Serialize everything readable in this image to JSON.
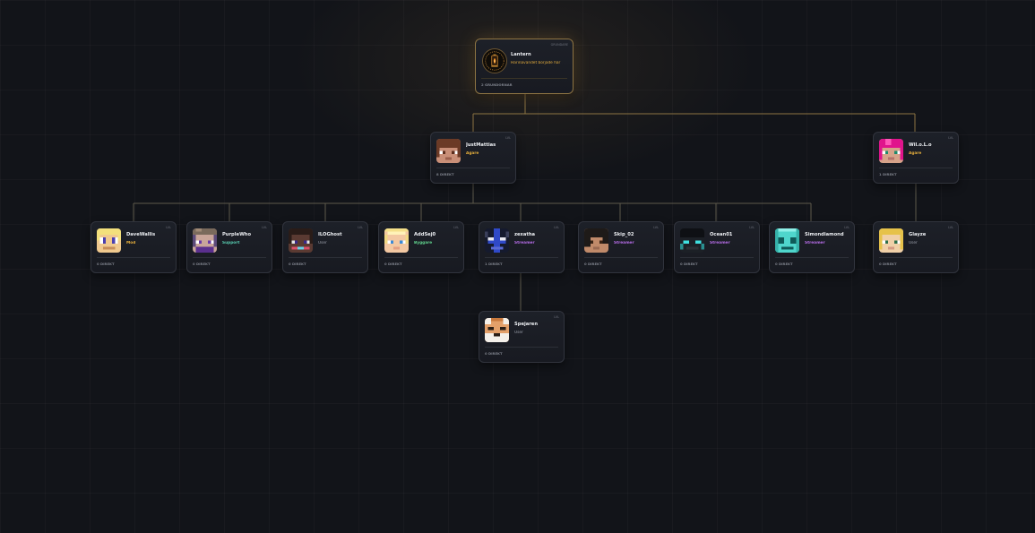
{
  "colors": {
    "owner": "#e3ad3c",
    "mod": "#e3ad3c",
    "support": "#56c9ad",
    "builder": "#5fd08b",
    "streamer": "#b56ce6",
    "user": "#9ba0ab",
    "root_accent": "#c9a15a",
    "line_gold": "#8d7443",
    "line_gray": "#5e5a4c"
  },
  "root": {
    "name": "Lantern",
    "subtitle": "Härinavandet började här",
    "badge": "GRUNDARE",
    "count": "2 GRUNDORNAR",
    "icon": "lantern-icon"
  },
  "tier1": [
    {
      "id": "justmattias",
      "name": "JustMattias",
      "role": "Ägare",
      "badge": "LVL",
      "count": "8 DIREKT",
      "avatar": "brown-hair"
    },
    {
      "id": "wilo",
      "name": "Wil.o.L.o",
      "role": "Ägare",
      "badge": "LVL",
      "count": "1 DIREKT",
      "avatar": "pink-hair"
    }
  ],
  "tier2": [
    {
      "id": "davewallis",
      "name": "DaveWallis",
      "role": "Mod",
      "badge": "LVL",
      "count": "0 DIREKT",
      "avatar": "blonde"
    },
    {
      "id": "purplewho",
      "name": "PurpleWho",
      "role": "Support",
      "badge": "LVL",
      "count": "0 DIREKT",
      "avatar": "purple"
    },
    {
      "id": "iloghost",
      "name": "ILOGhost",
      "role": "User",
      "badge": "LVL",
      "count": "0 DIREKT",
      "avatar": "dark"
    },
    {
      "id": "addsej0",
      "name": "AddSej0",
      "role": "Byggare",
      "badge": "LVL",
      "count": "0 DIREKT",
      "avatar": "halo"
    },
    {
      "id": "zexatha",
      "name": "zexatha",
      "role": "Streamer",
      "badge": "LVL",
      "count": "1 DIREKT",
      "avatar": "blue-armor"
    },
    {
      "id": "skip02",
      "name": "Skip_02",
      "role": "Streamer",
      "badge": "LVL",
      "count": "0 DIREKT",
      "avatar": "dark-hair"
    },
    {
      "id": "ocean01",
      "name": "Ocean01",
      "role": "Streamer",
      "badge": "LVL",
      "count": "0 DIREKT",
      "avatar": "teal-eyes"
    },
    {
      "id": "simondiamond",
      "name": "Simondiamond",
      "role": "Streamer",
      "badge": "LVL",
      "count": "0 DIREKT",
      "avatar": "diamond"
    },
    {
      "id": "glayze",
      "name": "Glayze",
      "role": "User",
      "badge": "LVL",
      "count": "0 DIREKT",
      "avatar": "gold-hair"
    }
  ],
  "tier3": [
    {
      "id": "spejaren",
      "name": "Spejaren",
      "role": "User",
      "badge": "LVL",
      "count": "0 DIREKT",
      "avatar": "fox"
    }
  ]
}
